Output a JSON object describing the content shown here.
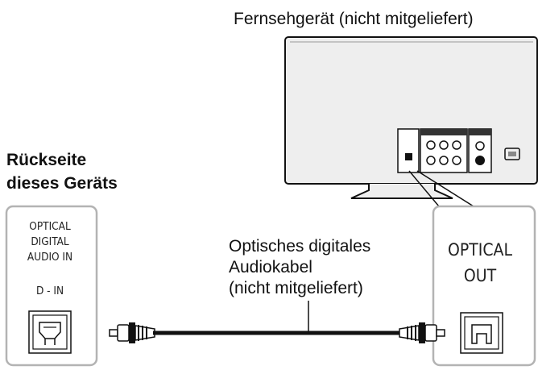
{
  "tv": {
    "caption": "Fernsehgerät (nicht mitgeliefert)",
    "port_label_line1": "OPTICAL",
    "port_label_line2": "OUT"
  },
  "unit": {
    "caption_line1": "Rückseite",
    "caption_line2": "dieses Geräts",
    "port_label_line1": "OPTICAL",
    "port_label_line2": "DIGITAL",
    "port_label_line3": "AUDIO IN",
    "port_name": "D - IN"
  },
  "cable": {
    "caption_line1": "Optisches digitales",
    "caption_line2": "Audiokabel",
    "caption_line3": "(nicht mitgeliefert)"
  },
  "colors": {
    "line": "#111111",
    "panel_border": "#b3b3b3",
    "tv_body": "#eeeeee"
  }
}
